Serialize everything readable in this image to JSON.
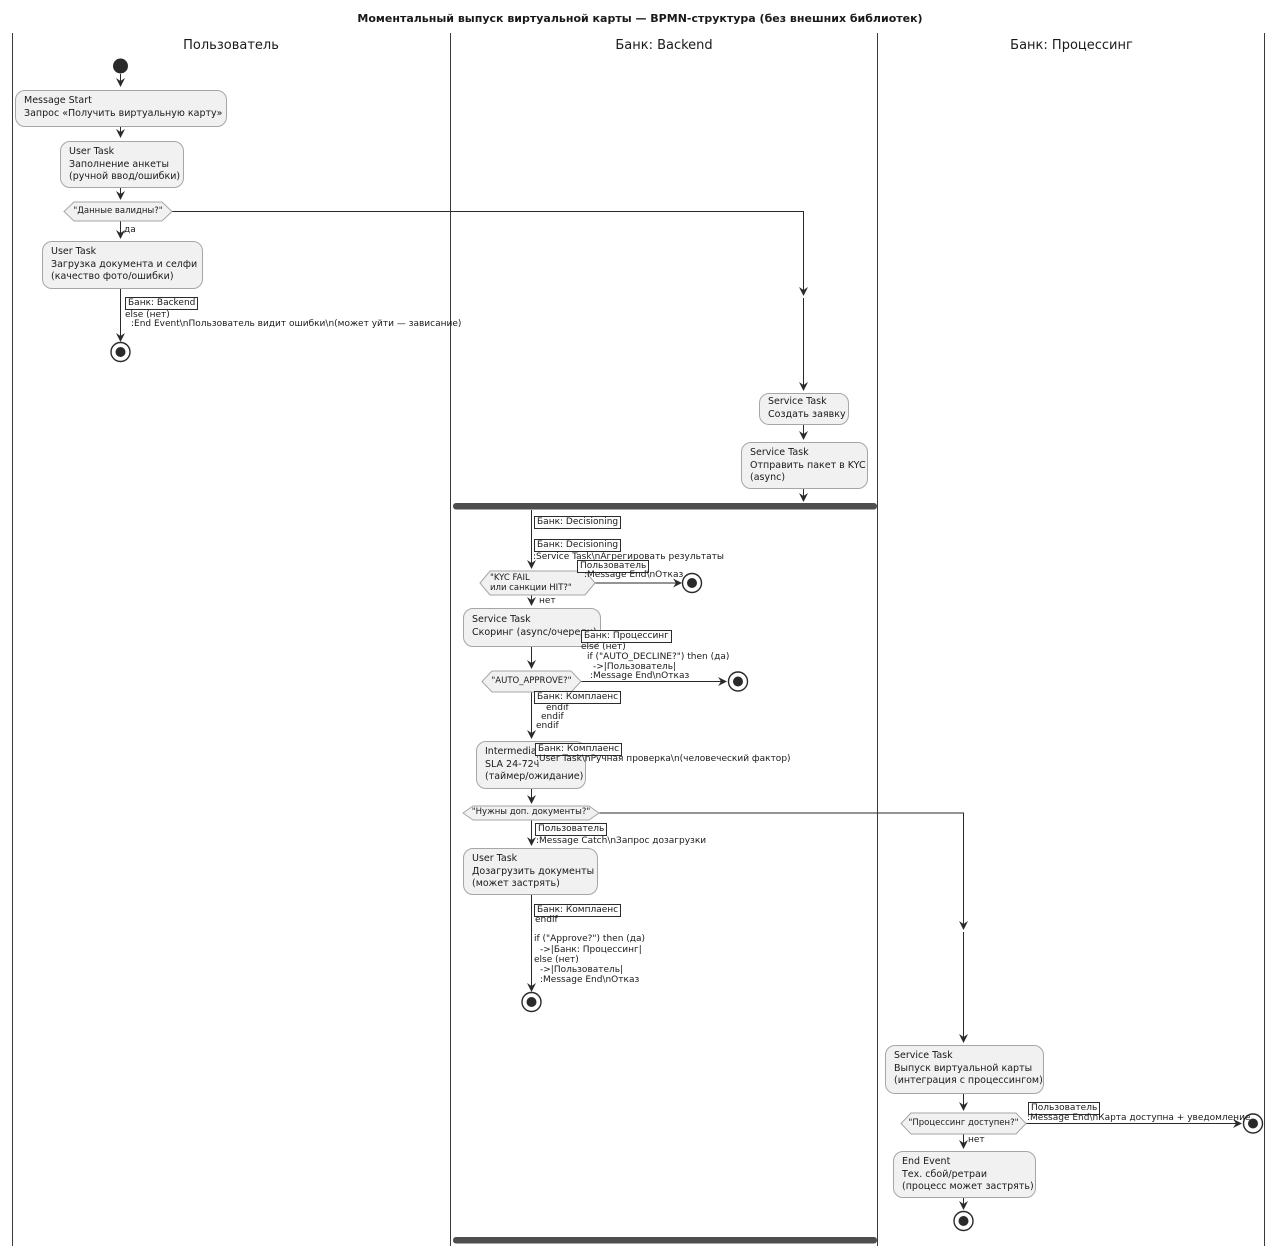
{
  "title": "Моментальный выпуск виртуальной карты — BPMN-структура (без внешних библиотек)",
  "lanes": {
    "user": "Пользователь",
    "backend": "Банк: Backend",
    "processing": "Банк: Процессинг"
  },
  "nodes": {
    "msg_start": {
      "l1": "Message Start",
      "l2": "Запрос «Получить виртуальную карту»"
    },
    "task_form": {
      "l1": "User Task",
      "l2": "Заполнение анкеты",
      "l3": "(ручной ввод/ошибки)"
    },
    "task_upload": {
      "l1": "User Task",
      "l2": "Загрузка документа и селфи",
      "l3": "(качество фото/ошибки)"
    },
    "task_create": {
      "l1": "Service Task",
      "l2": "Создать заявку"
    },
    "task_kyc": {
      "l1": "Service Task",
      "l2": "Отправить пакет в KYC",
      "l3": "(async)"
    },
    "task_scoring": {
      "l1": "Service Task",
      "l2": "Скоринг (async/очереди)"
    },
    "timer": {
      "l1": "Intermediate Timer",
      "l2": "SLA 24-72ч",
      "l3": "(таймер/ожидание)"
    },
    "task_reupload": {
      "l1": "User Task",
      "l2": "Дозагрузить документы",
      "l3": "(может застрять)"
    },
    "task_issue": {
      "l1": "Service Task",
      "l2": "Выпуск виртуальной карты",
      "l3": "(интеграция с процессингом)"
    },
    "end_event": {
      "l1": "End Event",
      "l2": "Тех. сбой/ретраи",
      "l3": "(процесс может застрять)"
    }
  },
  "decisions": {
    "valid": "\"Данные валидны?\"",
    "kyc1": "\"KYC FAIL",
    "kyc2": "или санкции HIT?\"",
    "auto_approve": "\"AUTO_APPROVE?\"",
    "need_docs": "\"Нужны доп. документы?\"",
    "proc_up": "\"Процессинг доступен?\""
  },
  "edge_labels": {
    "yes": "да",
    "no": "нет",
    "else_no": "else (нет)",
    "lane_backend": "Банк: Backend",
    "lane_decisioning": "Банк: Decisioning",
    "lane_user": "Пользователь",
    "lane_processing": "Банк: Процессинг",
    "lane_compliance": "Банк: Комплаенс",
    "end_event_errors": ":End Event\\nПользователь видит ошибки\\n(может уйти — зависание)",
    "service_aggregate": ":Service Task\\nАгрегировать результаты",
    "message_end_deny": ":Message End\\nОтказ",
    "if_auto_decline": "if (\"AUTO_DECLINE?\") then (да)",
    "goto_user": "->|Пользователь|",
    "endif": "endif",
    "user_task_manual": ":User Task\\nРучная проверка\\n(человеческий фактор)",
    "message_catch": ":Message Catch\\nЗапрос дозагрузки",
    "if_approve": "if (\"Approve?\") then (да)",
    "goto_processing": "->|Банк: Процессинг|",
    "message_end_card": ":Message End\\nКарта доступна + уведомление"
  },
  "colors": {
    "node_fill": "#f1f1f1",
    "node_border": "#a6a6a6",
    "bar": "#4e4e4e",
    "line": "#2a2a2a"
  }
}
